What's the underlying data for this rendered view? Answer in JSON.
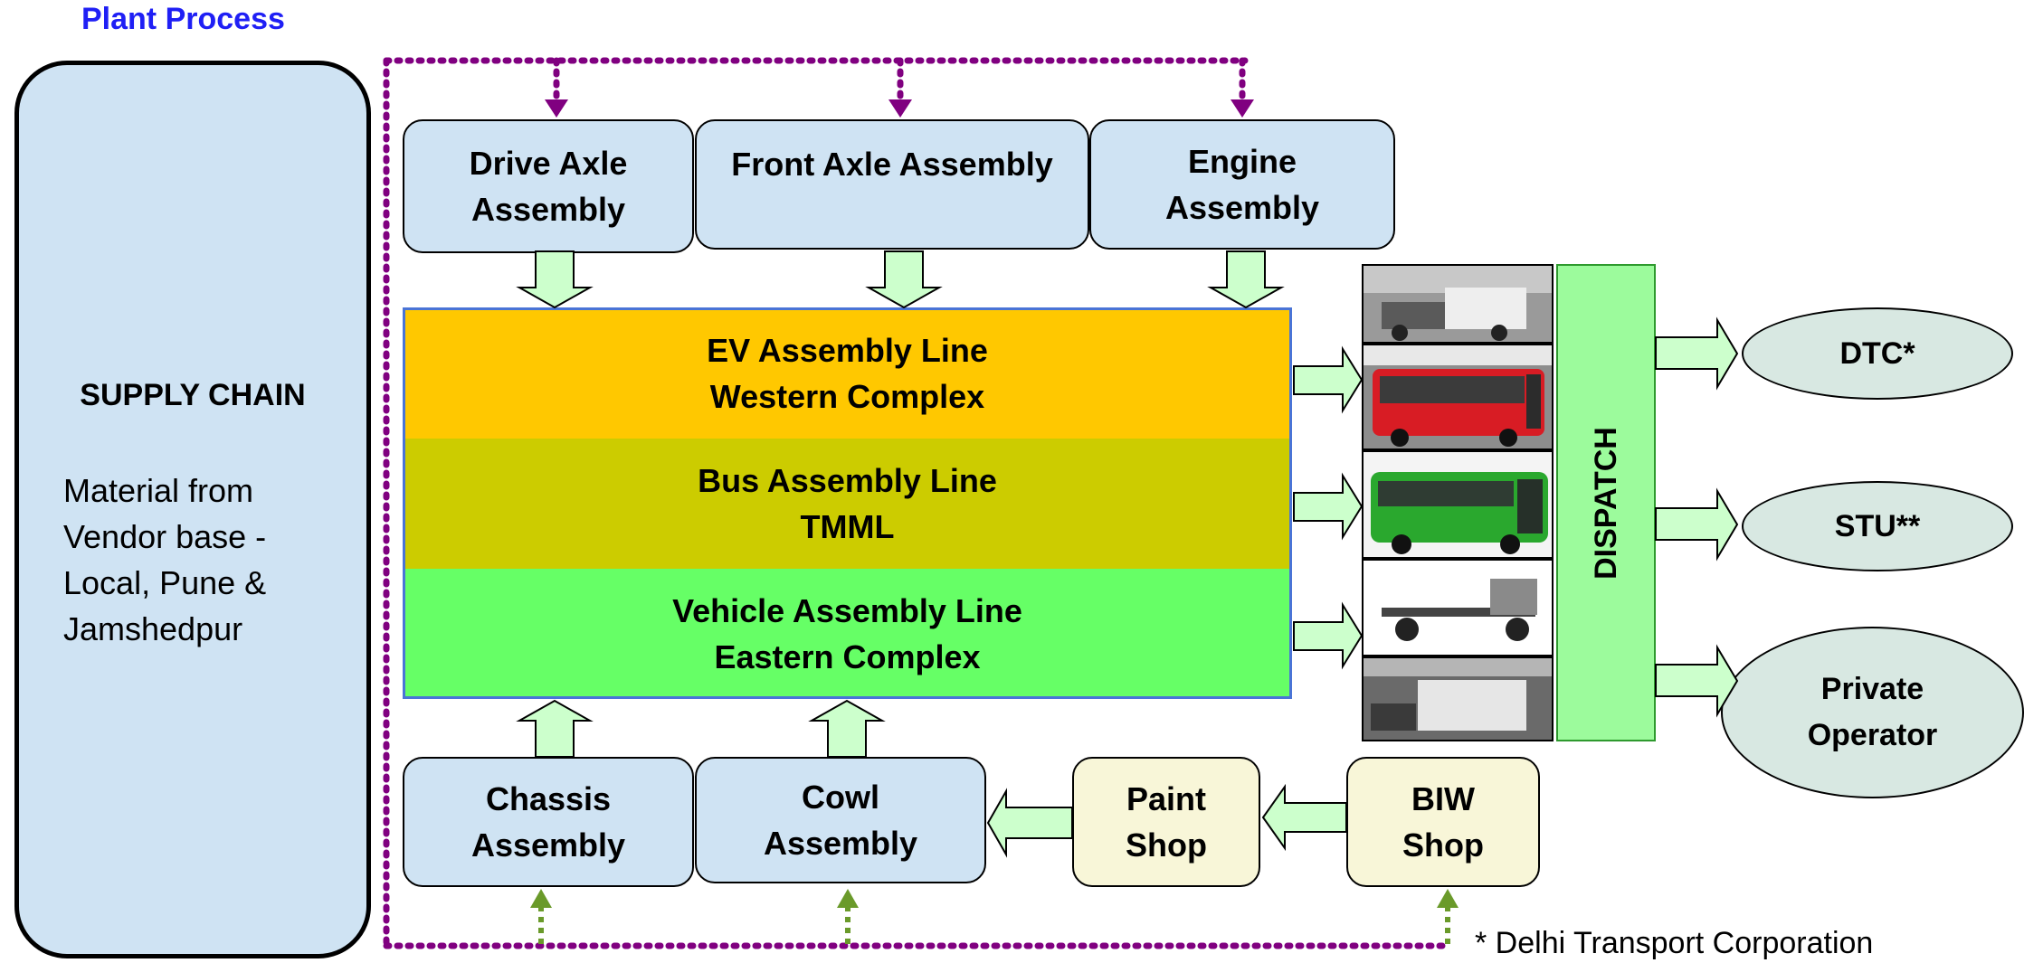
{
  "page": {
    "title": "Plant  Process"
  },
  "supply_chain": {
    "title": "SUPPLY CHAIN",
    "lines": [
      "Material from",
      "Vendor base -",
      "Local, Pune &",
      "Jamshedpur"
    ]
  },
  "top_assemblies": [
    {
      "lines": [
        "Drive Axle",
        "Assembly"
      ]
    },
    {
      "lines": [
        "Front Axle Assembly"
      ]
    },
    {
      "lines": [
        "Engine",
        "Assembly"
      ]
    }
  ],
  "assembly_lines": [
    {
      "lines": [
        "EV Assembly Line",
        "Western Complex"
      ],
      "color": "#ffc800"
    },
    {
      "lines": [
        "Bus Assembly Line",
        "TMML"
      ],
      "color": "#cccc00"
    },
    {
      "lines": [
        "Vehicle Assembly Line",
        "Eastern Complex"
      ],
      "color": "#66ff66"
    }
  ],
  "bottom_assemblies": [
    {
      "lines": [
        "Chassis",
        "Assembly"
      ]
    },
    {
      "lines": [
        "Cowl",
        "Assembly"
      ]
    }
  ],
  "shops": [
    {
      "lines": [
        "Paint",
        "Shop"
      ]
    },
    {
      "lines": [
        "BIW",
        "Shop"
      ]
    }
  ],
  "photos": [
    {
      "name": "truck-factory-photo"
    },
    {
      "name": "red-bus-photo"
    },
    {
      "name": "green-bus-photo"
    },
    {
      "name": "chassis-photo"
    },
    {
      "name": "truck-assembly-photo"
    }
  ],
  "dispatch": {
    "label": "DISPATCH"
  },
  "customers": [
    {
      "lines": [
        "DTC*"
      ]
    },
    {
      "lines": [
        "STU**"
      ]
    },
    {
      "lines": [
        "Private",
        "Operator"
      ]
    }
  ],
  "footnote": "* Delhi Transport Corporation",
  "colors": {
    "title_blue": "#1f1ff5",
    "box_blue": "#cfe3f3",
    "shop_cream": "#f8f6d8",
    "arrow_fill": "#ccffcc",
    "dotted_purple": "#800080",
    "dotted_green": "#6a9a2a",
    "dispatch_green": "#9cfb9c",
    "ellipse_fill": "#d8e8e2"
  }
}
